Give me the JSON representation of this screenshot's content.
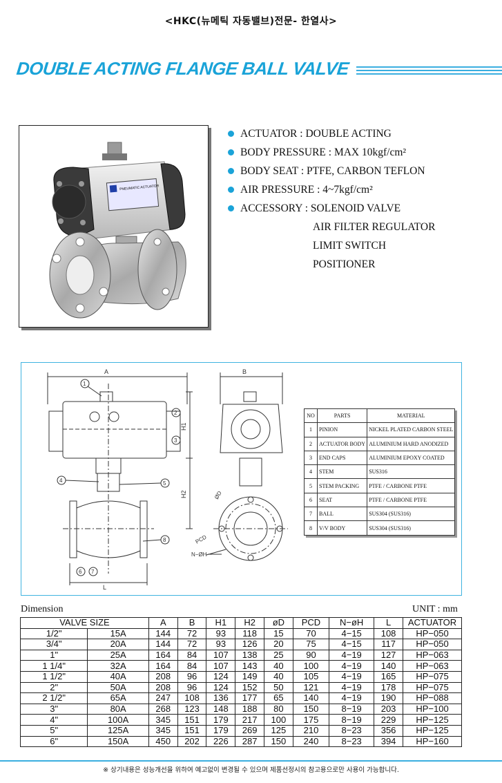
{
  "header": "<HKC(뉴메틱 자동밸브)전문- 한열사>",
  "title": "DOUBLE ACTING FLANGE BALL VALVE",
  "photo": {
    "nameplate_text": "PNEUMATIC ACTUATOR"
  },
  "specs": [
    {
      "label": "ACTUATOR : DOUBLE ACTING"
    },
    {
      "label": "BODY PRESSURE : MAX 10kgf/cm²"
    },
    {
      "label": "BODY SEAT : PTFE, CARBON TEFLON"
    },
    {
      "label": "AIR PRESSURE : 4~7kgf/cm²"
    },
    {
      "label": "ACCESSORY : SOLENOID VALVE"
    }
  ],
  "accessories_extra": [
    "AIR FILTER REGULATOR",
    "LIMIT SWITCH",
    "POSITIONER"
  ],
  "drawing": {
    "labels": {
      "A": "A",
      "B": "B",
      "H1": "H1",
      "H2": "H2",
      "L": "L",
      "phiD": "ØD",
      "PCD": "PCD",
      "NphiH": "N−ØH"
    },
    "callouts": [
      "1",
      "2",
      "3",
      "4",
      "5",
      "6",
      "7",
      "8"
    ]
  },
  "parts_table": {
    "headers": [
      "NO",
      "PARTS",
      "MATERIAL"
    ],
    "rows": [
      [
        "1",
        "PINION",
        "NICKEL PLATED CARBON STEEL"
      ],
      [
        "2",
        "ACTUATOR BODY",
        "ALUMINIUM HARD ANODIZED"
      ],
      [
        "3",
        "END CAPS",
        "ALUMINIUM EPOXY COATED"
      ],
      [
        "4",
        "STEM",
        "SUS316"
      ],
      [
        "5",
        "STEM PACKING",
        "PTFE / CARBONE PTFE"
      ],
      [
        "6",
        "SEAT",
        "PTFE / CARBONE PTFE"
      ],
      [
        "7",
        "BALL",
        "SUS304 (SUS316)"
      ],
      [
        "8",
        "V/V BODY",
        "SUS304 (SUS316)"
      ]
    ]
  },
  "dimension": {
    "label": "Dimension",
    "unit": "UNIT : mm",
    "headers": [
      "VALVE SIZE",
      "A",
      "B",
      "H1",
      "H2",
      "øD",
      "PCD",
      "N−øH",
      "L",
      "ACTUATOR"
    ],
    "rows": [
      [
        "1/2\"",
        "15A",
        "144",
        "72",
        "93",
        "118",
        "15",
        "70",
        "4−15",
        "108",
        "HP−050"
      ],
      [
        "3/4\"",
        "20A",
        "144",
        "72",
        "93",
        "126",
        "20",
        "75",
        "4−15",
        "117",
        "HP−050"
      ],
      [
        "1\"",
        "25A",
        "164",
        "84",
        "107",
        "138",
        "25",
        "90",
        "4−19",
        "127",
        "HP−063"
      ],
      [
        "1 1/4\"",
        "32A",
        "164",
        "84",
        "107",
        "143",
        "40",
        "100",
        "4−19",
        "140",
        "HP−063"
      ],
      [
        "1 1/2\"",
        "40A",
        "208",
        "96",
        "124",
        "149",
        "40",
        "105",
        "4−19",
        "165",
        "HP−075"
      ],
      [
        "2\"",
        "50A",
        "208",
        "96",
        "124",
        "152",
        "50",
        "121",
        "4−19",
        "178",
        "HP−075"
      ],
      [
        "2 1/2\"",
        "65A",
        "247",
        "108",
        "136",
        "177",
        "65",
        "140",
        "4−19",
        "190",
        "HP−088"
      ],
      [
        "3\"",
        "80A",
        "268",
        "123",
        "148",
        "188",
        "80",
        "150",
        "8−19",
        "203",
        "HP−100"
      ],
      [
        "4\"",
        "100A",
        "345",
        "151",
        "179",
        "217",
        "100",
        "175",
        "8−19",
        "229",
        "HP−125"
      ],
      [
        "5\"",
        "125A",
        "345",
        "151",
        "179",
        "269",
        "125",
        "210",
        "8−23",
        "356",
        "HP−125"
      ],
      [
        "6\"",
        "150A",
        "450",
        "202",
        "226",
        "287",
        "150",
        "240",
        "8−23",
        "394",
        "HP−160"
      ]
    ]
  },
  "footnote": "※ 상기내용은 성능개선을 위하여 예고없이 변경될 수 있으며 제품선정시의 참고용으로만 사용이 가능합니다."
}
